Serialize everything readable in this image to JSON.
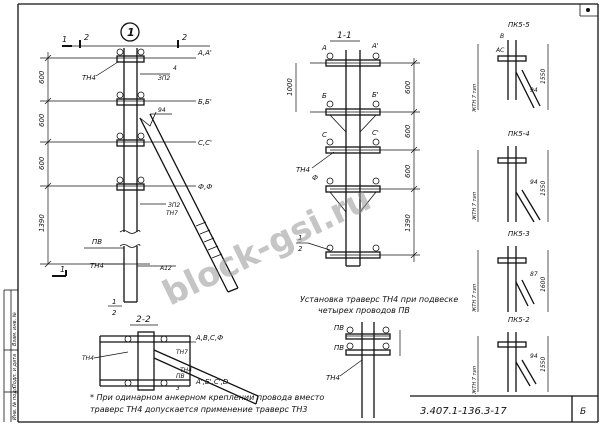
{
  "section_mark": "1",
  "cut_1_label": "1",
  "cut_2_label": "2",
  "main_view": {
    "labels_right": [
      "A,A'",
      "Б,Б'",
      "С,С'",
      "Ф,Ф"
    ],
    "dims_left": [
      "600",
      "600",
      "600",
      "1390"
    ],
    "tags": [
      "ТН4",
      "ЗП2",
      "94",
      "4",
      "ЗП2",
      "ТН7",
      "ТН4",
      "ПВ",
      "ТН4",
      "А12"
    ],
    "ground_mark": "1"
  },
  "view_1_1": {
    "title": "1-1",
    "top_labels": [
      "А",
      "А'"
    ],
    "labels_b": [
      "Б",
      "Б'"
    ],
    "labels_c": [
      "С",
      "С'"
    ],
    "label_f": "Ф",
    "label_th": "ТН4",
    "dims_right": [
      "600",
      "600",
      "600",
      "1390"
    ],
    "dim_left": "1000",
    "frac_num": "1",
    "frac_den": "2"
  },
  "details": [
    {
      "title": "ПК5-5",
      "letter": "В",
      "sub": "АС",
      "dim": "1550",
      "side": "ЖТН 7 тип",
      "bracket": "94"
    },
    {
      "title": "ПК5-4",
      "dim": "1550",
      "side": "ЖТН 7 тип",
      "bracket": "94"
    },
    {
      "title": "ПК5-3",
      "dim": "1600",
      "side": "ЖТН 7 тип",
      "bracket": "87"
    },
    {
      "title": "ПК5-2",
      "dim": "1550",
      "side": "ЖТН 7 тип",
      "bracket": "94"
    }
  ],
  "view_2_2": {
    "title": "2-2",
    "frac_num": "1",
    "frac_den": "2",
    "labels": [
      "А,В,С,Ф",
      "А',Б',С',D"
    ],
    "tags": [
      "ТН7",
      "ТН4",
      "ТН4",
      "ПВ",
      "3"
    ]
  },
  "installation_caption": [
    "Установка траверс ТН4 при подвеске",
    "четырех проводов ПВ"
  ],
  "small_view": {
    "labels": [
      "ПВ",
      "ПВ",
      "ТН4"
    ]
  },
  "footnote": [
    "* При одинарном анкерном креплении провода вместо",
    "траверс ТН4 допускается применение траверс ТН3"
  ],
  "doc_code": "3.407.1-136.3-17",
  "sidebar": {
    "signature_label": "Подп. и дата",
    "inventory_label": "Инв. № подл.",
    "replacement_label": "Взам. инв. №"
  },
  "watermark": "block-gsi.ru",
  "corner_mark": "Б"
}
